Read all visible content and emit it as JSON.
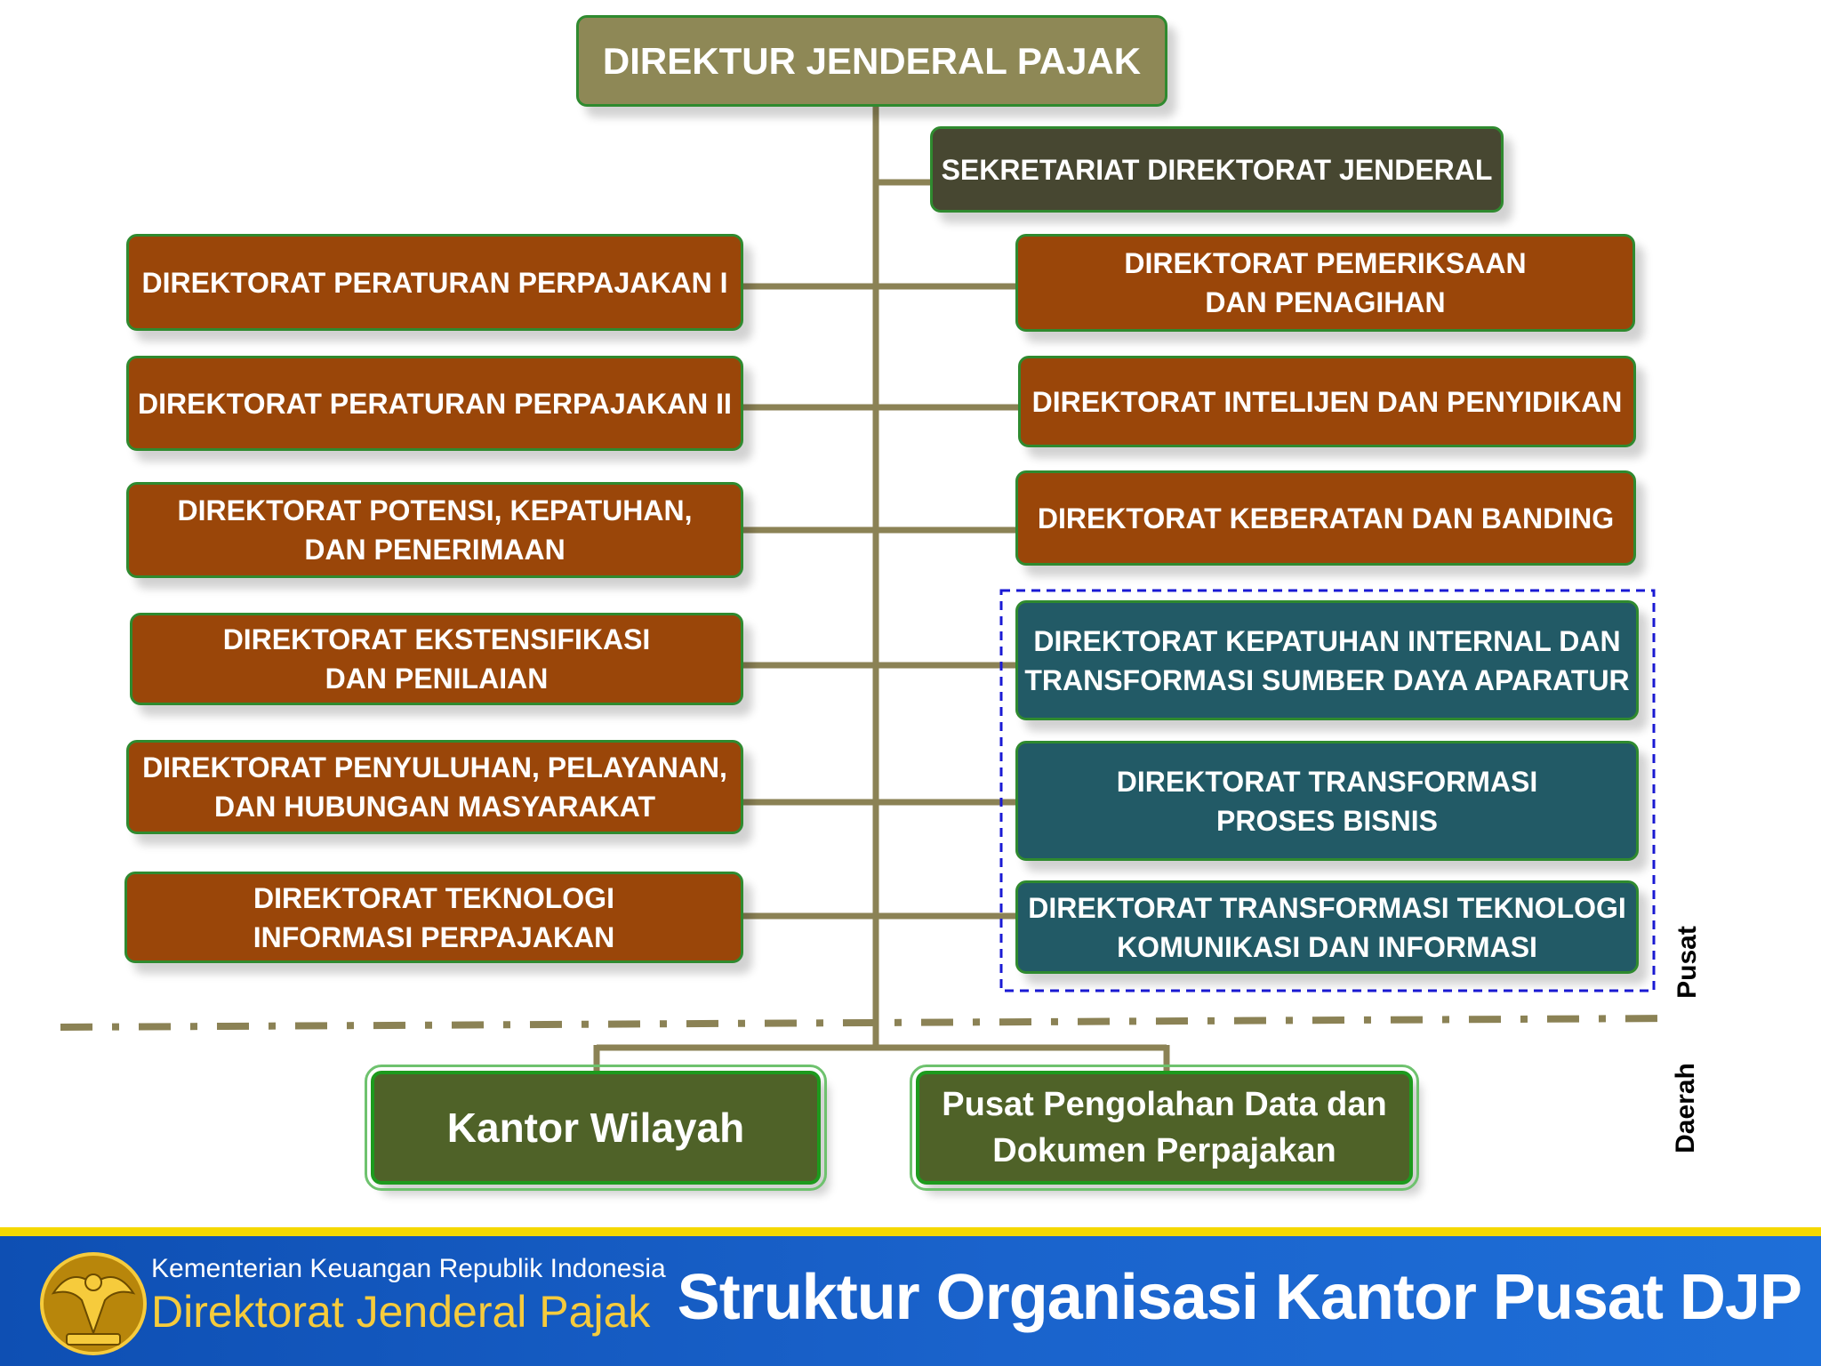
{
  "colors": {
    "directorate": "#9a4609",
    "transformation": "#225a66",
    "head": "#8e8856",
    "secretariat": "#474731",
    "regional": "#4f6228",
    "connector": "#8b8255",
    "dashed_group": "#1a1ad4",
    "footer_blue": "#1a63cc",
    "footer_stripe": "#f5d800",
    "footer_gold": "#f6cb3c"
  },
  "head": {
    "label": "DIREKTUR JENDERAL PAJAK"
  },
  "secretariat": {
    "label": "SEKRETARIAT DIREKTORAT  JENDERAL"
  },
  "left_units": [
    {
      "lines": [
        "DIREKTORAT PERATURAN PERPAJAKAN I"
      ]
    },
    {
      "lines": [
        "DIREKTORAT PERATURAN PERPAJAKAN II"
      ]
    },
    {
      "lines": [
        "DIREKTORAT POTENSI, KEPATUHAN,",
        "DAN PENERIMAAN"
      ]
    },
    {
      "lines": [
        "DIREKTORAT EKSTENSIFIKASI",
        "DAN PENILAIAN"
      ]
    },
    {
      "lines": [
        "DIREKTORAT PENYULUHAN, PELAYANAN,",
        "DAN HUBUNGAN MASYARAKAT"
      ]
    },
    {
      "lines": [
        "DIREKTORAT TEKNOLOGI",
        "INFORMASI PERPAJAKAN"
      ]
    }
  ],
  "right_units": [
    {
      "lines": [
        "DIREKTORAT PEMERIKSAAN",
        "DAN PENAGIHAN"
      ]
    },
    {
      "lines": [
        "DIREKTORAT INTELIJEN DAN PENYIDIKAN"
      ]
    },
    {
      "lines": [
        "DIREKTORAT KEBERATAN DAN BANDING"
      ]
    }
  ],
  "transformation_units": [
    {
      "lines": [
        "DIREKTORAT KEPATUHAN INTERNAL DAN",
        "TRANSFORMASI SUMBER DAYA APARATUR"
      ]
    },
    {
      "lines": [
        "DIREKTORAT TRANSFORMASI",
        "PROSES BISNIS"
      ]
    },
    {
      "lines": [
        "DIREKTORAT TRANSFORMASI TEKNOLOGI",
        "KOMUNIKASI DAN INFORMASI"
      ]
    }
  ],
  "regional_units": [
    {
      "lines": [
        "Kantor Wilayah"
      ]
    },
    {
      "lines": [
        "Pusat Pengolahan Data dan",
        "Dokumen Perpajakan"
      ]
    }
  ],
  "labels": {
    "center": "Pusat",
    "regional": "Daerah"
  },
  "footer": {
    "ministry": "Kementerian Keuangan Republik Indonesia",
    "directorate_general": "Direktorat Jenderal Pajak",
    "title": "Struktur Organisasi Kantor Pusat DJP"
  },
  "icons": {
    "emblem": "garuda-emblem-icon"
  }
}
